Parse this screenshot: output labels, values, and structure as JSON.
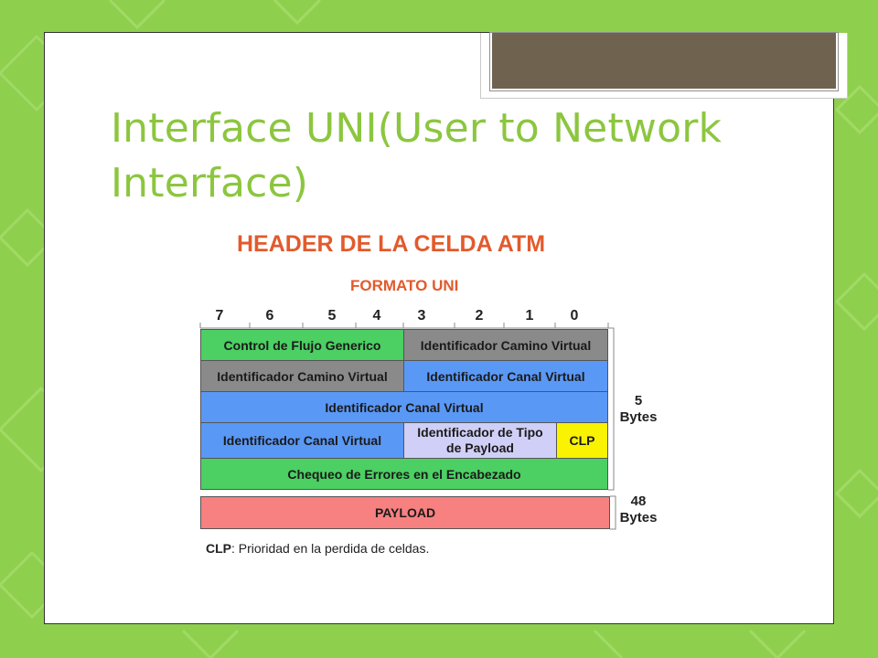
{
  "slide": {
    "title": "Interface UNI(User to Network Interface)"
  },
  "diagram": {
    "title": "HEADER DE LA CELDA  ATM",
    "subtitle": "FORMATO UNI",
    "bits": [
      "7",
      "6",
      "5",
      "4",
      "3",
      "2",
      "1",
      "0"
    ],
    "rows": {
      "r1_left": "Control de Flujo Generico",
      "r1_right": "Identificador Camino Virtual",
      "r2_left": "Identificador Camino Virtual",
      "r2_right": "Identificador Canal Virtual",
      "r3": "Identificador Canal Virtual",
      "r4_left": "Identificador Canal Virtual",
      "r4_mid": "Identificador de Tipo de Payload",
      "r4_right": "CLP",
      "r5": "Chequeo de Errores en el Encabezado",
      "r6": "PAYLOAD"
    },
    "header_size": "5 Bytes",
    "payload_size": "48 Bytes",
    "footnote": {
      "term": "CLP",
      "text": ": Prioridad en la perdida de celdas."
    }
  },
  "colors": {
    "background": "#8fcf4e",
    "title": "#8cc63f",
    "diagram_title": "#e25a2c",
    "green_cell": "#4ccf63",
    "grey_cell": "#8a8a8a",
    "blue_cell": "#5a98f5",
    "lavender_cell": "#cfcff7",
    "yellow_cell": "#f9f200",
    "payload_cell": "#f78080"
  }
}
